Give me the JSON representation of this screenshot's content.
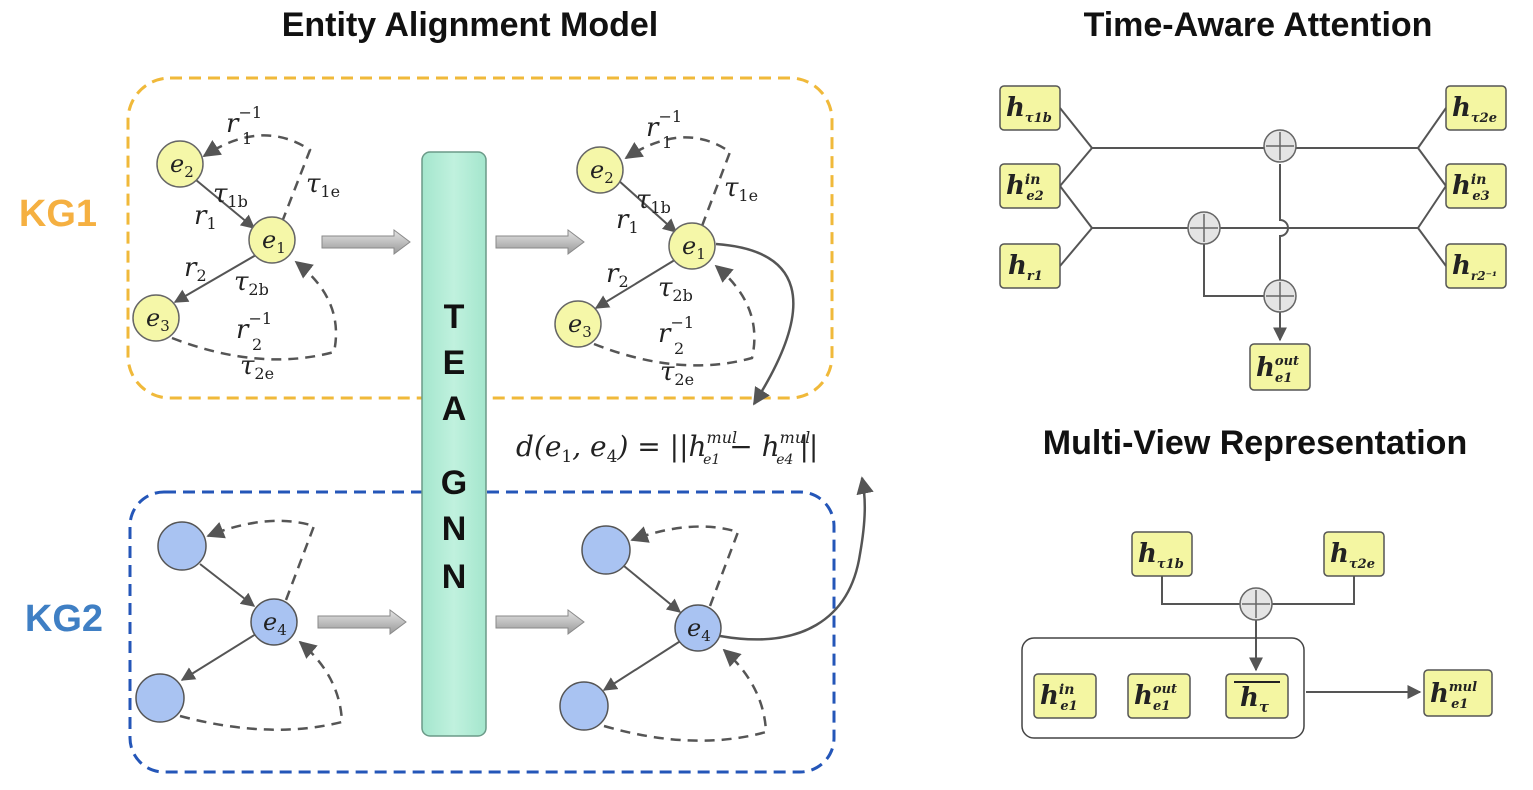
{
  "titles": {
    "left": "Entity Alignment Model",
    "time_aware": "Time-Aware Attention",
    "multi_view": "Multi-View Representation"
  },
  "graphs": {
    "kg1_label": "KG1",
    "kg2_label": "KG2"
  },
  "model": {
    "letters": [
      "T",
      "E",
      "A",
      "G",
      "N",
      "N"
    ]
  },
  "kg1_nodes": {
    "e1": {
      "base": "e",
      "sub": "1"
    },
    "e2": {
      "base": "e",
      "sub": "2"
    },
    "e3": {
      "base": "e",
      "sub": "3"
    }
  },
  "kg2_nodes": {
    "e4": {
      "base": "e",
      "sub": "4"
    }
  },
  "edge_labels": {
    "r1": {
      "base": "r",
      "sub": "1"
    },
    "r1inv": {
      "base": "r",
      "sup": "−1",
      "sub": "1"
    },
    "r2": {
      "base": "r",
      "sub": "2"
    },
    "r2inv": {
      "base": "r",
      "sup": "−1",
      "sub": "2"
    },
    "tau1b": {
      "base": "τ",
      "sub": "1b"
    },
    "tau1e": {
      "base": "τ",
      "sub": "1e"
    },
    "tau2b": {
      "base": "τ",
      "sub": "2b"
    },
    "tau2e": {
      "base": "τ",
      "sub": "2e"
    }
  },
  "distance": {
    "lhs": "d(e",
    "lhs_sub1": "1",
    "comma": ", e",
    "lhs_sub2": "4",
    "eq": ") = ||h",
    "sup1": "mul",
    "sub1": "e1",
    "minus": " − h",
    "sup2": "mul",
    "sub2": "e4",
    "close": "||"
  },
  "time_attention": {
    "h_tau1b": {
      "base": "h",
      "sub": "τ1b"
    },
    "h_e2_in": {
      "base": "h",
      "sup": "in",
      "sub": "e2"
    },
    "h_r1": {
      "base": "h",
      "sub": "r1"
    },
    "h_tau2e": {
      "base": "h",
      "sub": "τ2e"
    },
    "h_e3_in": {
      "base": "h",
      "sup": "in",
      "sub": "e3"
    },
    "h_r2inv": {
      "base": "h",
      "sub": "r2⁻¹"
    },
    "h_e1_out": {
      "base": "h",
      "sup": "out",
      "sub": "e1"
    }
  },
  "multi_view": {
    "h_tau1b": {
      "base": "h",
      "sub": "τ1b"
    },
    "h_tau2e": {
      "base": "h",
      "sub": "τ2e"
    },
    "h_e1_in": {
      "base": "h",
      "sup": "in",
      "sub": "e1"
    },
    "h_e1_out": {
      "base": "h",
      "sup": "out",
      "sub": "e1"
    },
    "h_tau_bar": {
      "base": "h",
      "sub": "τ"
    },
    "h_e1_mul": {
      "base": "h",
      "sup": "mul",
      "sub": "e1"
    }
  },
  "colors": {
    "kg1_border": "#f0b93a",
    "kg2_border": "#2456b8",
    "kg1_node": "#f5f7a8",
    "kg2_node": "#a9c3f2",
    "model_fill": "#b5ecd6",
    "box_fill": "#f4f6a2"
  }
}
